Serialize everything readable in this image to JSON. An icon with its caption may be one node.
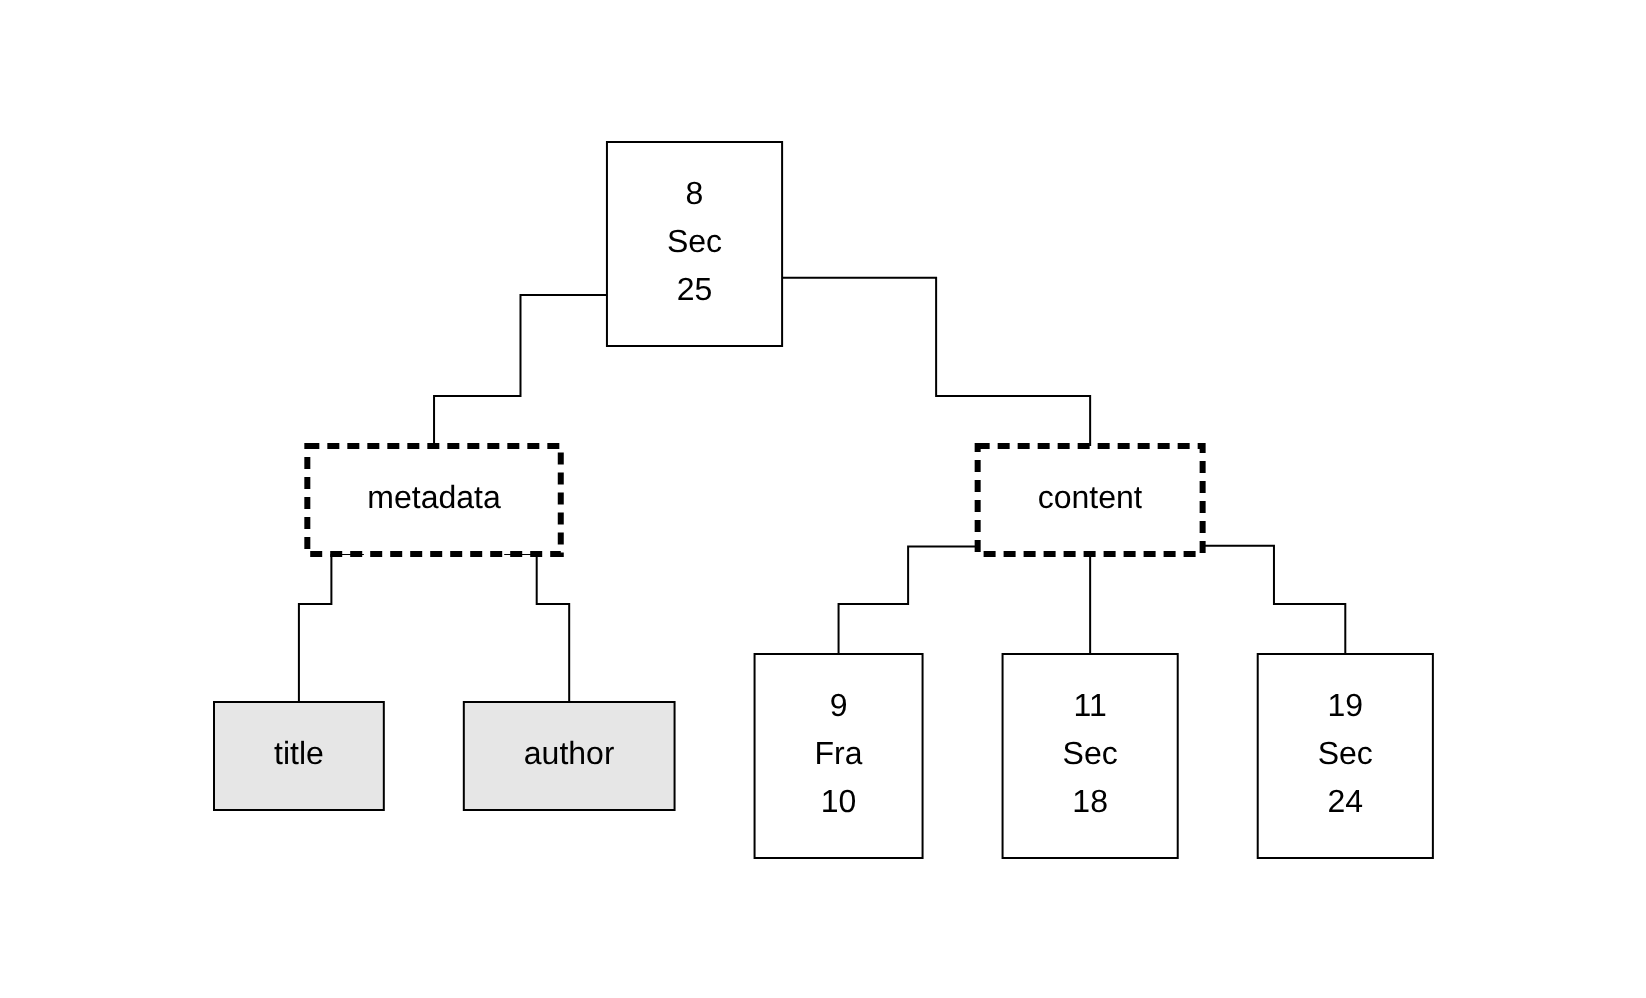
{
  "diagram": {
    "nodes": [
      {
        "text": [
          "8",
          "Sec",
          "25"
        ]
      },
      {
        "text": [
          "metadata"
        ]
      },
      {
        "text": [
          "content"
        ]
      },
      {
        "text": [
          "title"
        ]
      },
      {
        "text": [
          "author"
        ]
      },
      {
        "text": [
          "9",
          "Fra",
          "10"
        ]
      },
      {
        "text": [
          "11",
          "Sec",
          "18"
        ]
      },
      {
        "text": [
          "19",
          "Sec",
          "24"
        ]
      }
    ],
    "edges": [
      {
        "from": 0,
        "to": 1,
        "arrow": "none"
      },
      {
        "from": 0,
        "to": 2,
        "arrow": "none"
      },
      {
        "from": 1,
        "to": 3,
        "arrow": "none"
      },
      {
        "from": 1,
        "to": 4,
        "arrow": "none"
      },
      {
        "from": 2,
        "to": 5,
        "arrow": "none"
      },
      {
        "from": 2,
        "to": 6,
        "arrow": "none"
      },
      {
        "from": 2,
        "to": 7,
        "arrow": "none"
      }
    ]
  }
}
